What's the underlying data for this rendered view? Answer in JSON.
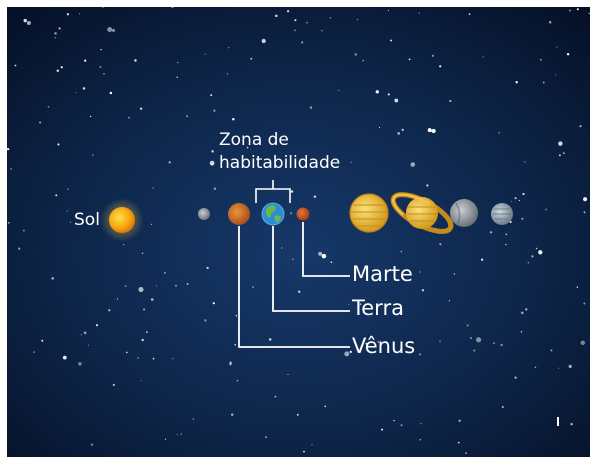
{
  "labels": {
    "sun": "Sol",
    "zone_line1": "Zona de",
    "zone_line2": "habitabilidade",
    "mars": "Marte",
    "earth": "Terra",
    "venus": "Vênus"
  },
  "colors": {
    "space_top": "#05112a",
    "space_mid": "#0f2a52",
    "space_bottom": "#06142e",
    "line": "#ffffff",
    "sun": "#f6a20c",
    "mercury": "#8f969a",
    "venus": "#c56b1e",
    "earth_ocean": "#2a8ed6",
    "earth_land": "#6cb843",
    "mars": "#c7531f",
    "jupiter": "#e3b534",
    "saturn": "#e0b030",
    "uranus": "#8a9297",
    "neptune": "#8d9aa8"
  }
}
